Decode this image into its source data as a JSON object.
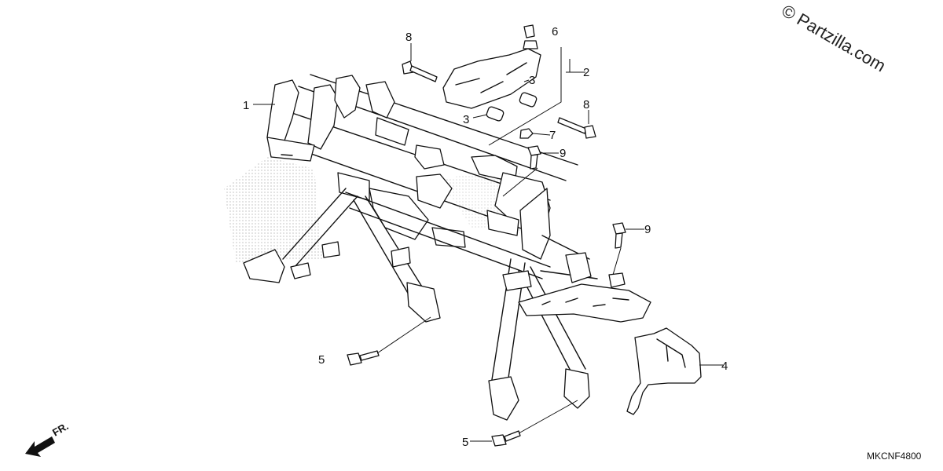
{
  "watermark": "© Partzilla.com",
  "diagram_code": "MKCNF4800",
  "direction_label": "FR.",
  "callouts": [
    {
      "id": "c1",
      "label": "1"
    },
    {
      "id": "c2",
      "label": "2"
    },
    {
      "id": "c3a",
      "label": "3"
    },
    {
      "id": "c3b",
      "label": "3"
    },
    {
      "id": "c4",
      "label": "4"
    },
    {
      "id": "c5a",
      "label": "5"
    },
    {
      "id": "c5b",
      "label": "5"
    },
    {
      "id": "c6",
      "label": "6"
    },
    {
      "id": "c7",
      "label": "7"
    },
    {
      "id": "c8a",
      "label": "8"
    },
    {
      "id": "c8b",
      "label": "8"
    },
    {
      "id": "c9a",
      "label": "9"
    },
    {
      "id": "c9b",
      "label": "9"
    }
  ]
}
